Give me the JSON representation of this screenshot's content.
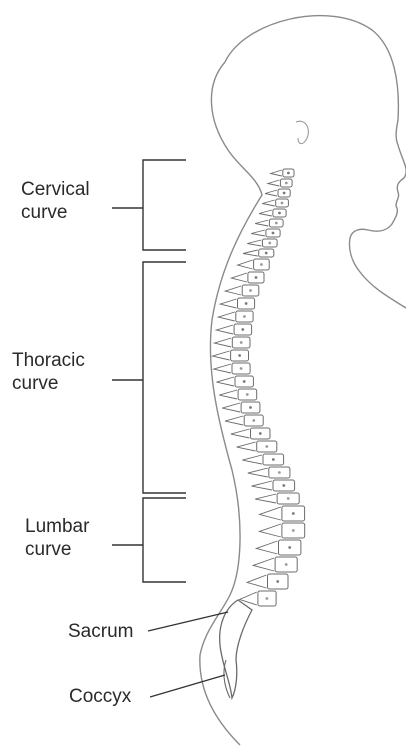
{
  "labels": {
    "cervical": {
      "line1": "Cervical",
      "line2": "curve"
    },
    "thoracic": {
      "line1": "Thoracic",
      "line2": "curve"
    },
    "lumbar": {
      "line1": "Lumbar",
      "line2": "curve"
    },
    "sacrum": "Sacrum",
    "coccyx": "Coccyx"
  },
  "colors": {
    "outline": "#8a8a8a",
    "bone": "#6b6b6b",
    "leader": "#333333"
  }
}
